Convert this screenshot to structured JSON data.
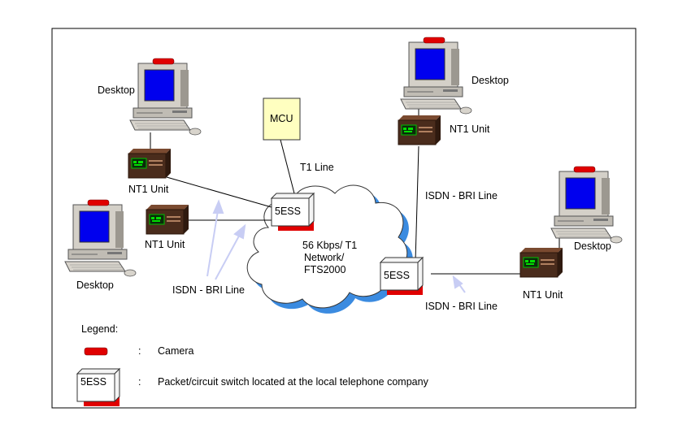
{
  "labels": {
    "desktop": "Desktop",
    "nt1_unit": "NT1 Unit",
    "mcu": "MCU",
    "t1_line": "T1 Line",
    "switch": "5ESS",
    "network_line1": "56 Kbps/ T1",
    "network_line2": "Network/",
    "network_line3": "FTS2000",
    "isdn_bri": "ISDN - BRI Line"
  },
  "legend": {
    "title": "Legend:",
    "colon": ":",
    "camera": "Camera",
    "switch_label": "5ESS",
    "switch_desc": "Packet/circuit switch located at  the local telephone company"
  },
  "colors": {
    "camera_red": "#e00000",
    "switch_shadow": "#e00000",
    "cloud_fill": "#ffffff",
    "cloud_shadow": "#3b8be0",
    "mcu_fill": "#ffffc0",
    "monitor_screen": "#0000ee",
    "pc_case": "#d4d0c8",
    "nt1_body": "#4a2c1c",
    "nt1_display": "#00c000",
    "arrow": "#c8cdf4"
  },
  "icons": {
    "desktop": "desktop-computer-icon",
    "nt1": "nt1-unit-icon",
    "camera": "camera-icon",
    "switch": "switch-5ess-icon",
    "cloud": "network-cloud-icon"
  }
}
